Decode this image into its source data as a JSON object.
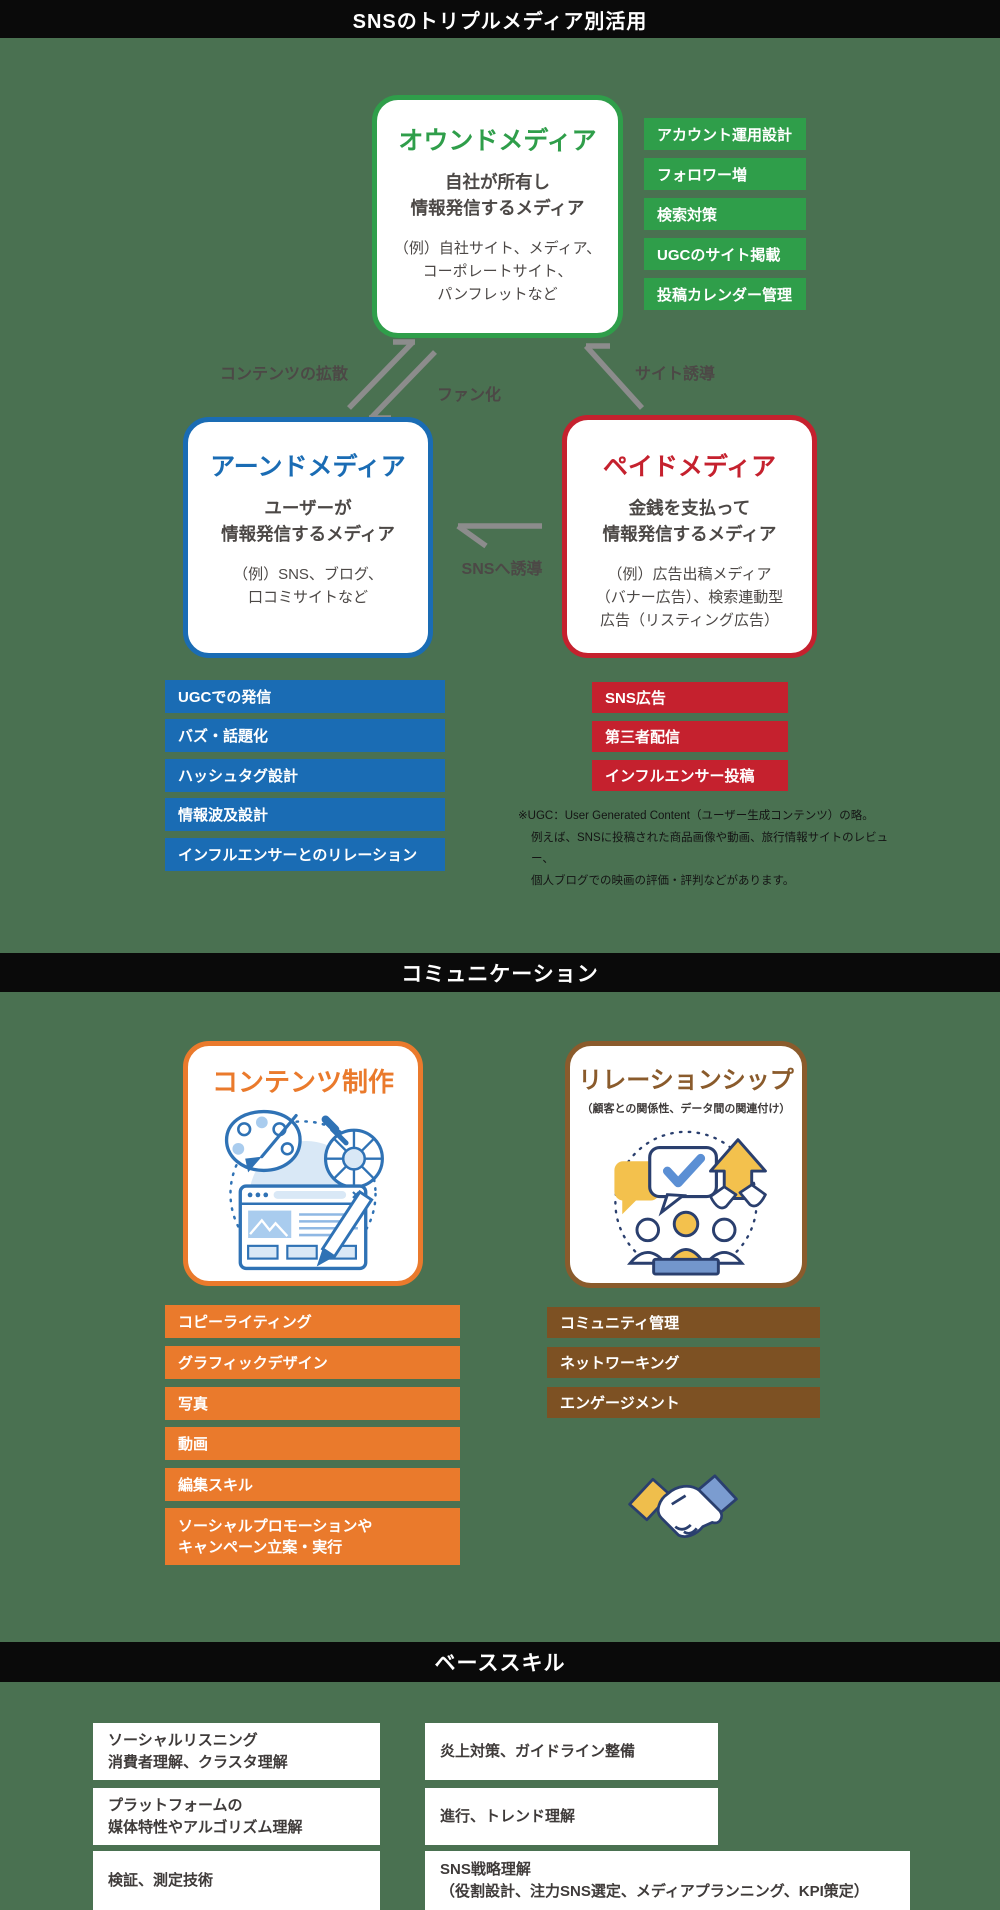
{
  "colors": {
    "background": "#4A7151",
    "section_bar": "#0A0A0A",
    "owned_green": "#2F9E4A",
    "earned_blue": "#1A6CB4",
    "paid_red": "#C5212E",
    "content_orange": "#EA7A2C",
    "relation_brown_border": "#8A5B2C",
    "relation_brown_tag": "#7D5123",
    "arrow_gray": "#8C8C8C",
    "body_text": "#4C4846"
  },
  "triple": {
    "bar_title": "SNSのトリプルメディア別活用",
    "owned": {
      "title": "オウンドメディア",
      "desc": [
        "自社が所有し",
        "情報発信するメディア"
      ],
      "example": [
        "（例）自社サイト、メディア、",
        "コーポレートサイト、",
        "パンフレットなど"
      ],
      "tags": [
        "アカウント運用設計",
        "フォロワー増",
        "検索対策",
        "UGCのサイト掲載",
        "投稿カレンダー管理"
      ]
    },
    "earned": {
      "title": "アーンドメディア",
      "desc": [
        "ユーザーが",
        "情報発信するメディア"
      ],
      "example": [
        "（例）SNS、ブログ、",
        "口コミサイトなど"
      ],
      "tags": [
        "UGCでの発信",
        "バズ・話題化",
        "ハッシュタグ設計",
        "情報波及設計",
        "インフルエンサーとのリレーション"
      ]
    },
    "paid": {
      "title": "ペイドメディア",
      "desc": [
        "金銭を支払って",
        "情報発信するメディア"
      ],
      "example": [
        "（例）広告出稿メディア",
        "（バナー広告）、検索連動型",
        "広告（リスティング広告）"
      ],
      "tags": [
        "SNS広告",
        "第三者配信",
        "インフルエンサー投稿"
      ]
    },
    "arrows": {
      "spread": "コンテンツの拡散",
      "fan": "ファン化",
      "site": "サイト誘導",
      "sns": "SNSへ誘導"
    },
    "footnote": [
      "※UGC：User Generated Content（ユーザー生成コンテンツ）の略。",
      "例えば、SNSに投稿された商品画像や動画、旅行情報サイトのレビュー、",
      "個人ブログでの映画の評価・評判などがあります。"
    ]
  },
  "communication": {
    "bar_title": "コミュニケーション",
    "content": {
      "title": "コンテンツ制作",
      "tags": [
        "コピーライティング",
        "グラフィックデザイン",
        "写真",
        "動画",
        "編集スキル"
      ],
      "tag6": [
        "ソーシャルプロモーションや",
        "キャンペーン立案・実行"
      ]
    },
    "relationship": {
      "title": "リレーションシップ",
      "subtitle": "（顧客との関係性、データ間の関連付け）",
      "tags": [
        "コミュニティ管理",
        "ネットワーキング",
        "エンゲージメント"
      ]
    }
  },
  "base": {
    "bar_title": "ベーススキル",
    "left": [
      {
        "lines": [
          "ソーシャルリスニング",
          "消費者理解、クラスタ理解"
        ]
      },
      {
        "lines": [
          "プラットフォームの",
          "媒体特性やアルゴリズム理解"
        ]
      },
      {
        "lines": [
          "検証、測定技術"
        ]
      }
    ],
    "right": [
      {
        "lines": [
          "炎上対策、ガイドライン整備"
        ]
      },
      {
        "lines": [
          "進行、トレンド理解"
        ]
      },
      {
        "lines": [
          "SNS戦略理解",
          "（役割設計、注力SNS選定、メディアプランニング、KPI策定）"
        ]
      }
    ]
  }
}
